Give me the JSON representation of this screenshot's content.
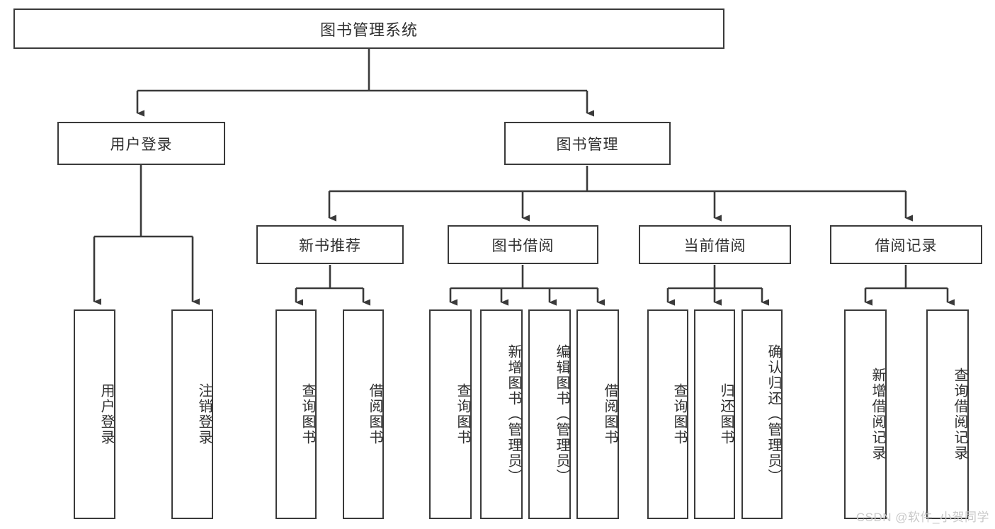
{
  "diagram": {
    "title": "图书管理系统",
    "type": "tree",
    "colors": {
      "box_border": "#3a3a3a",
      "text": "#2e2e2e",
      "connector": "#3a3a3a",
      "background": "#ffffff",
      "watermark": "#c9c9c9"
    },
    "root": {
      "label": "图书管理系统"
    },
    "level2": [
      {
        "label": "用户登录"
      },
      {
        "label": "图书管理"
      }
    ],
    "level3": [
      {
        "label": "新书推荐"
      },
      {
        "label": "图书借阅"
      },
      {
        "label": "当前借阅"
      },
      {
        "label": "借阅记录"
      }
    ],
    "leaves": {
      "user_login": [
        {
          "label": "用户登录"
        },
        {
          "label": "注销登录"
        }
      ],
      "new_book": [
        {
          "label": "查询图书"
        },
        {
          "label": "借阅图书"
        }
      ],
      "book_borrow": [
        {
          "label": "查询图书"
        },
        {
          "label": "新增图书（管理员）"
        },
        {
          "label": "编辑图书（管理员）"
        },
        {
          "label": "借阅图书"
        }
      ],
      "current_borrow": [
        {
          "label": "查询图书"
        },
        {
          "label": "归还图书"
        },
        {
          "label": "确认归还（管理员）"
        }
      ],
      "borrow_record": [
        {
          "label": "新增借阅记录"
        },
        {
          "label": "查询借阅记录"
        }
      ]
    }
  },
  "watermark": {
    "text": "CSDN @软件_小贺同学"
  }
}
